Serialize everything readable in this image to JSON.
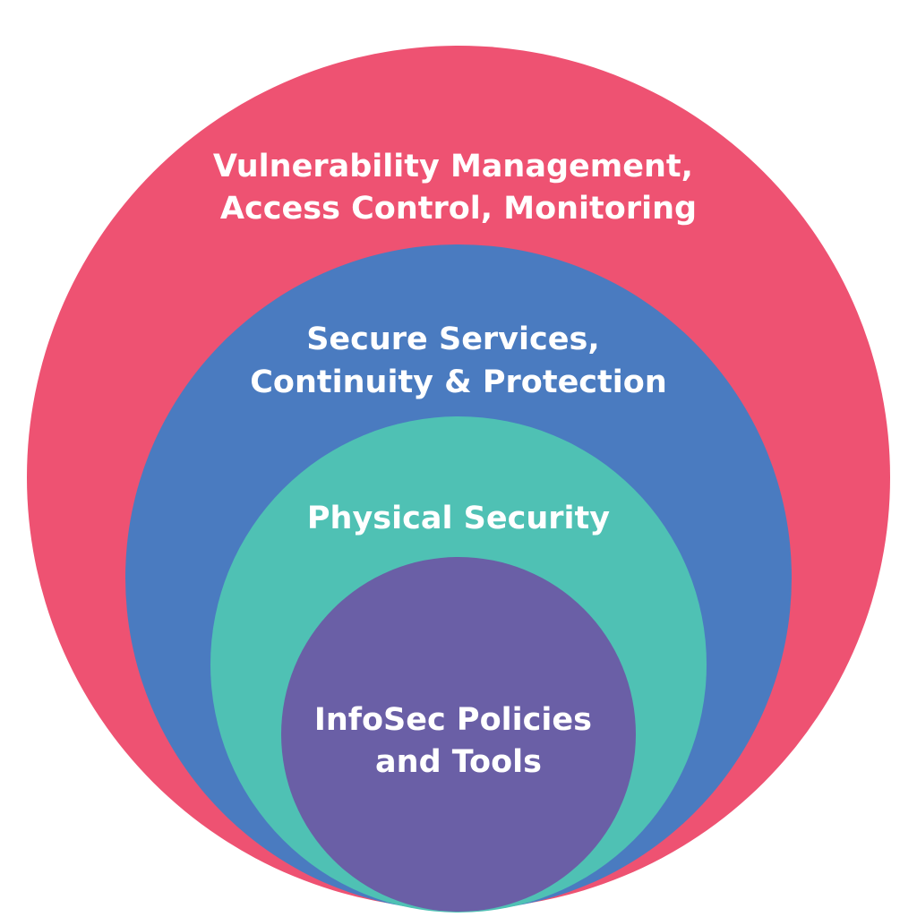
{
  "diagram": {
    "layers": [
      {
        "name": "outer",
        "color": "#ee5272",
        "lines": [
          "Vulnerability Management,",
          "Access Control, Monitoring"
        ]
      },
      {
        "name": "second",
        "color": "#4a7bc0",
        "lines": [
          "Secure Services,",
          "Continuity & Protection"
        ]
      },
      {
        "name": "third",
        "color": "#4fc1b4",
        "lines": [
          "Physical Security"
        ]
      },
      {
        "name": "core",
        "color": "#6a5fa6",
        "lines": [
          "InfoSec Policies",
          "and Tools"
        ]
      }
    ]
  }
}
